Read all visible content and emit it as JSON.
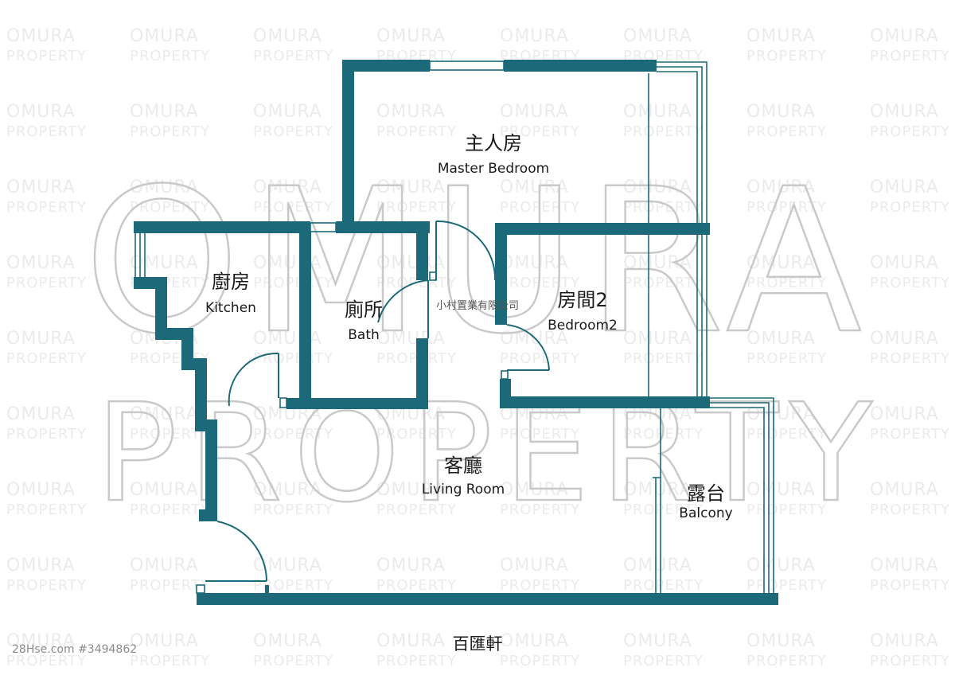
{
  "watermark": {
    "tile_line1": "OMURA",
    "tile_line2": "PROPERTY",
    "big_line1": "OMURA",
    "big_line2": "PROPERTY",
    "color": "#c9c9c9"
  },
  "rooms": {
    "master": {
      "cn": "主人房",
      "en": "Master Bedroom"
    },
    "kitchen": {
      "cn": "廚房",
      "en": "Kitchen"
    },
    "bath": {
      "cn": "廁所",
      "en": "Bath"
    },
    "bedroom2": {
      "cn": "房間2",
      "en": "Bedroom2"
    },
    "living": {
      "cn": "客廳",
      "en": "Living Room"
    },
    "balcony": {
      "cn": "露台",
      "en": "Balcony"
    }
  },
  "agency_name": "小村置業有限公司",
  "building_name": "百匯軒",
  "listing_ref": "28Hse.com #3494862",
  "colors": {
    "wall": "#1c6a79",
    "text": "#1a1a1a",
    "watermark": "#c9c9c9"
  }
}
